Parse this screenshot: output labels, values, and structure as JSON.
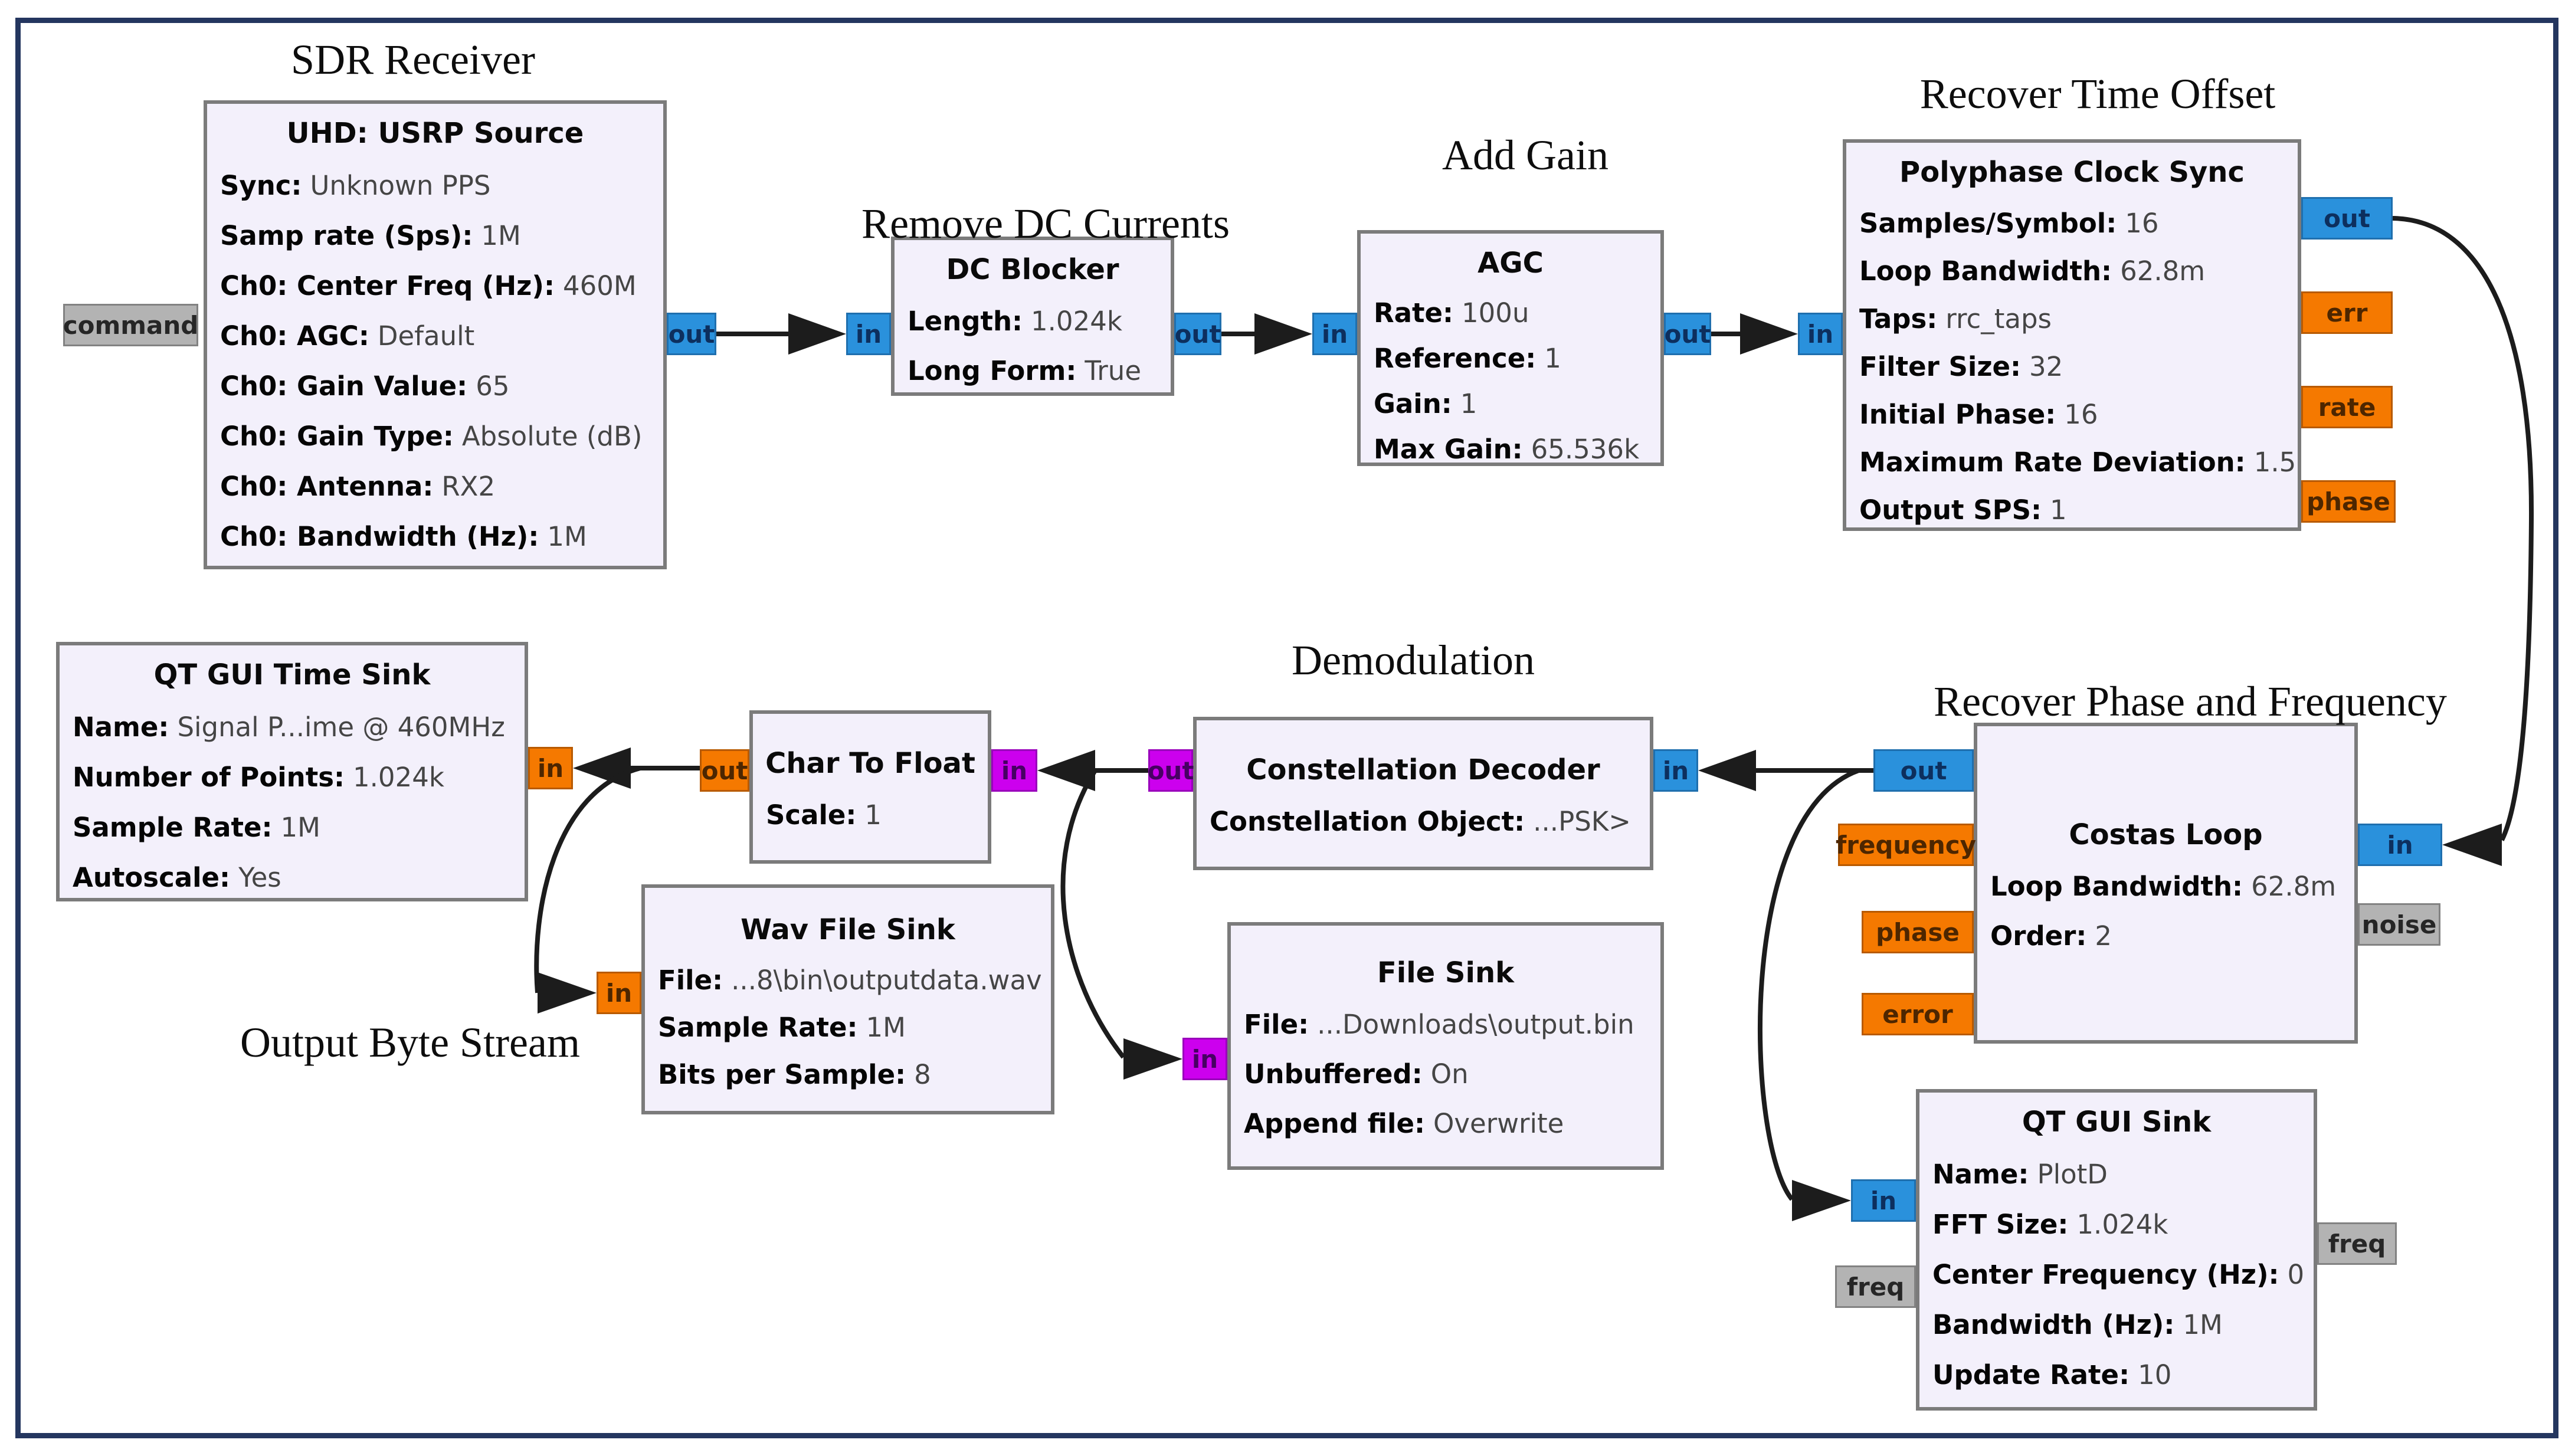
{
  "figure": {
    "description": "GNU Radio Companion flowgraph of an SDR receiver chain"
  },
  "colors": {
    "frame": "#24365f",
    "block_fill": "#f3f0fb",
    "block_border": "#7b7b7b",
    "wire": "#1c1c1c",
    "port_blue": "#2a91dc",
    "port_orange": "#f57900",
    "port_magenta": "#cc00ee",
    "port_gray": "#b3b3b3"
  },
  "labels": {
    "sdr_receiver": "SDR Receiver",
    "remove_dc": "Remove DC Currents",
    "add_gain": "Add Gain",
    "recover_time": "Recover Time Offset",
    "demodulation": "Demodulation",
    "recover_phase": "Recover Phase and Frequency",
    "output_byte": "Output Byte Stream"
  },
  "blocks": {
    "usrp": {
      "title": "UHD: USRP Source",
      "params": [
        {
          "label": "Sync:",
          "value": "Unknown PPS"
        },
        {
          "label": "Samp rate (Sps):",
          "value": "1M"
        },
        {
          "label": "Ch0: Center Freq (Hz):",
          "value": "460M"
        },
        {
          "label": "Ch0: AGC:",
          "value": "Default"
        },
        {
          "label": "Ch0: Gain Value:",
          "value": "65"
        },
        {
          "label": "Ch0: Gain Type:",
          "value": "Absolute (dB)"
        },
        {
          "label": "Ch0: Antenna:",
          "value": "RX2"
        },
        {
          "label": "Ch0: Bandwidth (Hz):",
          "value": "1M"
        }
      ]
    },
    "dc_blocker": {
      "title": "DC Blocker",
      "params": [
        {
          "label": "Length:",
          "value": "1.024k"
        },
        {
          "label": "Long Form:",
          "value": "True"
        }
      ]
    },
    "agc": {
      "title": "AGC",
      "params": [
        {
          "label": "Rate:",
          "value": "100u"
        },
        {
          "label": "Reference:",
          "value": "1"
        },
        {
          "label": "Gain:",
          "value": "1"
        },
        {
          "label": "Max Gain:",
          "value": "65.536k"
        }
      ]
    },
    "polyphase": {
      "title": "Polyphase Clock Sync",
      "params": [
        {
          "label": "Samples/Symbol:",
          "value": "16"
        },
        {
          "label": "Loop Bandwidth:",
          "value": "62.8m"
        },
        {
          "label": "Taps:",
          "value": "rrc_taps"
        },
        {
          "label": "Filter Size:",
          "value": "32"
        },
        {
          "label": "Initial Phase:",
          "value": "16"
        },
        {
          "label": "Maximum Rate Deviation:",
          "value": "1.5"
        },
        {
          "label": "Output SPS:",
          "value": "1"
        }
      ]
    },
    "time_sink": {
      "title": "QT GUI Time Sink",
      "params": [
        {
          "label": "Name:",
          "value": "Signal P...ime @ 460MHz"
        },
        {
          "label": "Number of Points:",
          "value": "1.024k"
        },
        {
          "label": "Sample Rate:",
          "value": "1M"
        },
        {
          "label": "Autoscale:",
          "value": "Yes"
        }
      ]
    },
    "char_to_float": {
      "title": "Char To Float",
      "params": [
        {
          "label": "Scale:",
          "value": "1"
        }
      ]
    },
    "constellation_decoder": {
      "title": "Constellation Decoder",
      "params": [
        {
          "label": "Constellation Object:",
          "value": "...PSK>"
        }
      ]
    },
    "costas": {
      "title": "Costas Loop",
      "params": [
        {
          "label": "Loop Bandwidth:",
          "value": "62.8m"
        },
        {
          "label": "Order:",
          "value": "2"
        }
      ]
    },
    "wav_sink": {
      "title": "Wav File Sink",
      "params": [
        {
          "label": "File:",
          "value": "...8\\bin\\outputdata.wav"
        },
        {
          "label": "Sample Rate:",
          "value": "1M"
        },
        {
          "label": "Bits per Sample:",
          "value": "8"
        }
      ]
    },
    "file_sink": {
      "title": "File Sink",
      "params": [
        {
          "label": "File:",
          "value": "...Downloads\\output.bin"
        },
        {
          "label": "Unbuffered:",
          "value": "On"
        },
        {
          "label": "Append file:",
          "value": "Overwrite"
        }
      ]
    },
    "qt_gui_sink": {
      "title": "QT GUI Sink",
      "params": [
        {
          "label": "Name:",
          "value": "PlotD"
        },
        {
          "label": "FFT Size:",
          "value": "1.024k"
        },
        {
          "label": "Center Frequency (Hz):",
          "value": "0"
        },
        {
          "label": "Bandwidth (Hz):",
          "value": "1M"
        },
        {
          "label": "Update Rate:",
          "value": "10"
        }
      ]
    }
  },
  "ports": {
    "command": "command",
    "usrp_out": "out",
    "dc_in": "in",
    "dc_out": "out",
    "agc_in": "in",
    "agc_out": "out",
    "poly_in": "in",
    "poly_out": "out",
    "poly_err": "err",
    "poly_rate": "rate",
    "poly_phase": "phase",
    "costas_out": "out",
    "costas_frequency": "frequency",
    "costas_phase": "phase",
    "costas_error": "error",
    "costas_in": "in",
    "costas_noise": "noise",
    "const_out": "out",
    "const_in": "in",
    "char_out": "out",
    "char_in": "in",
    "timesink_in": "in",
    "wav_in": "in",
    "filesink_in": "in",
    "qtsink_in": "in",
    "qtsink_freq_left": "freq",
    "qtsink_freq_right": "freq"
  }
}
